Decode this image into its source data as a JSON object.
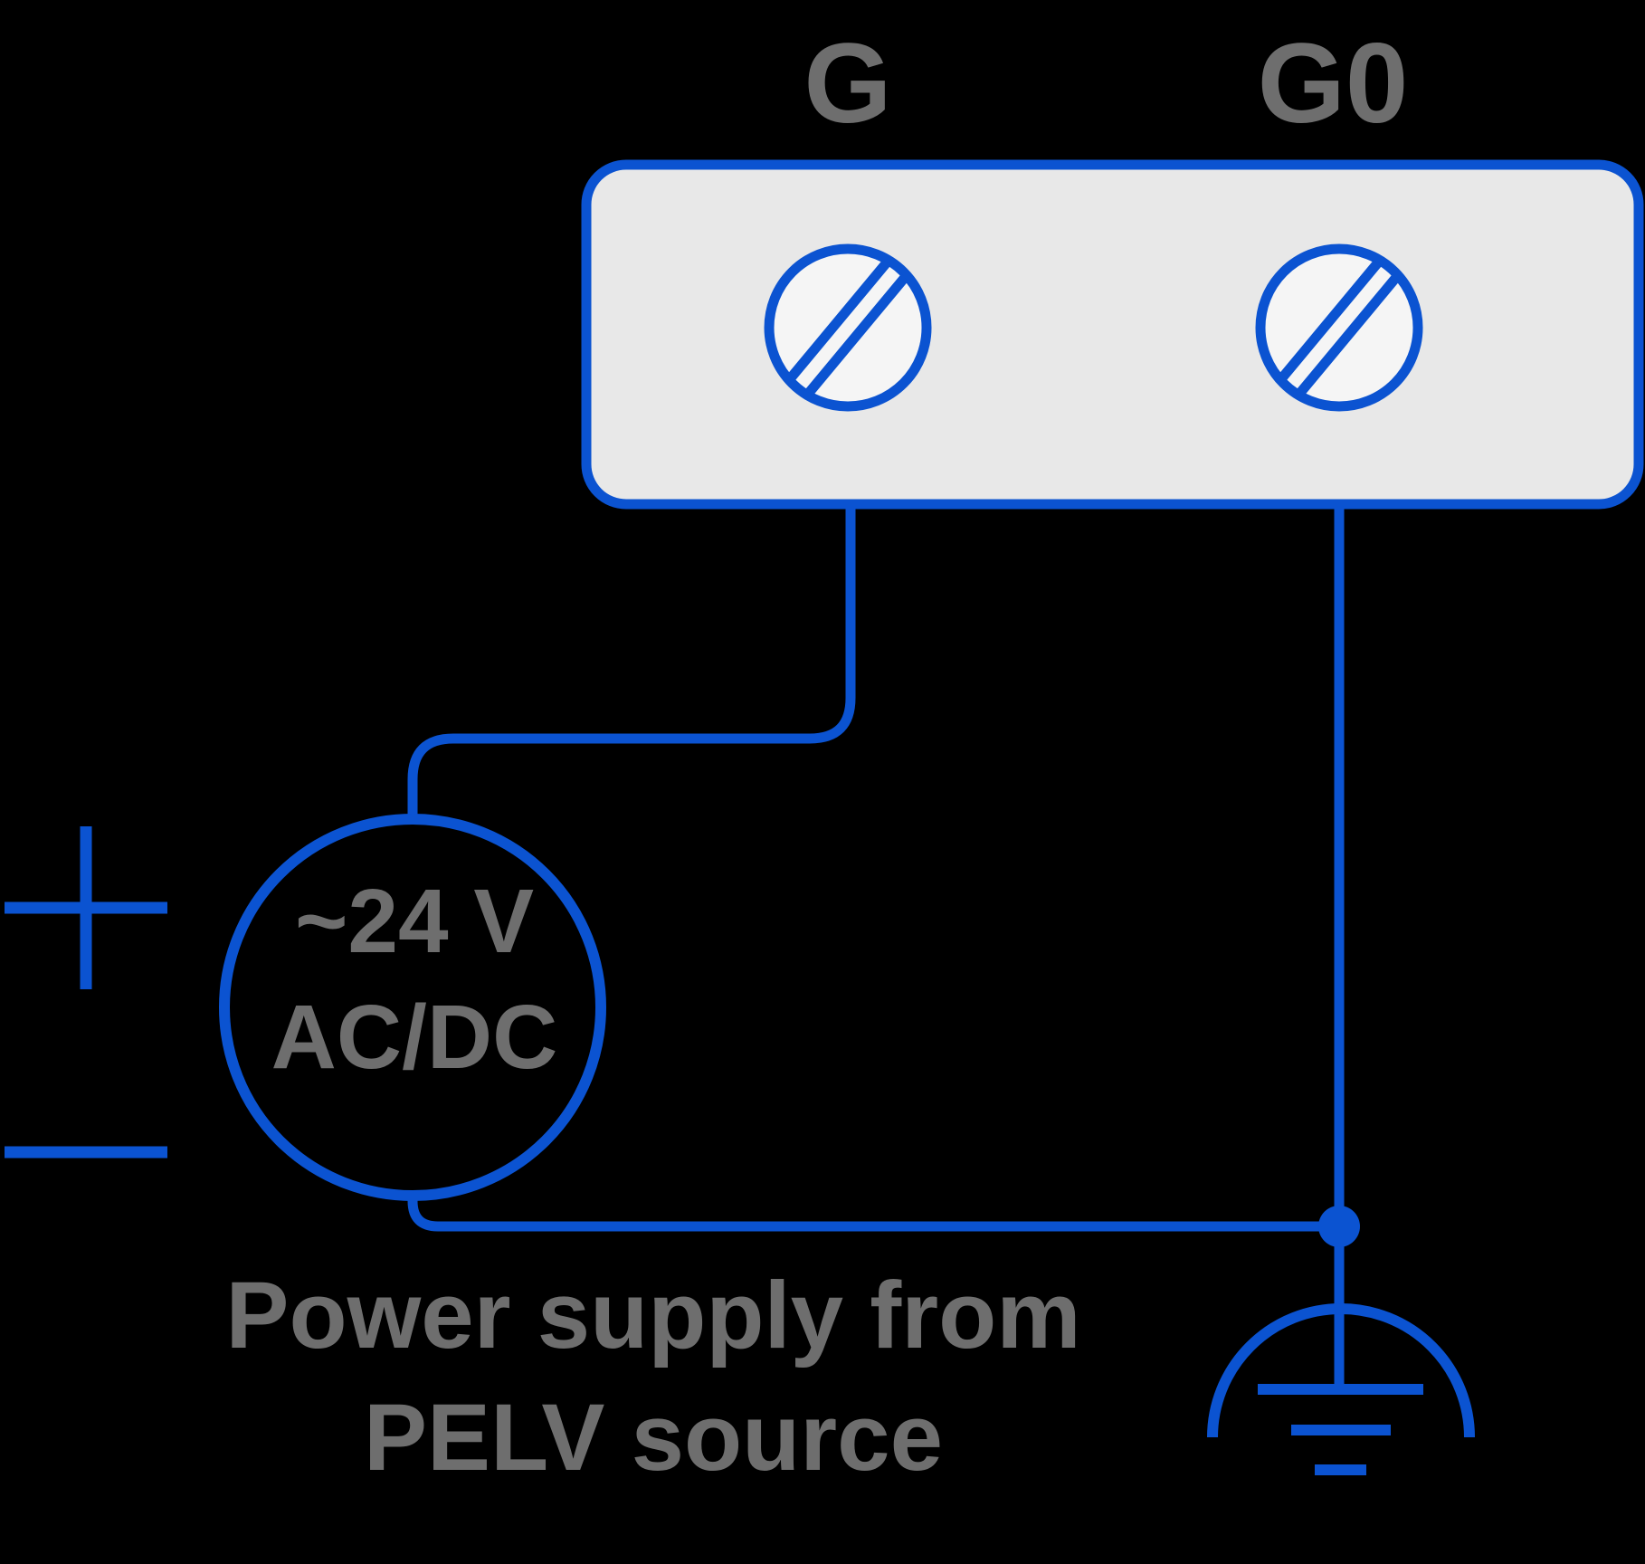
{
  "labels": {
    "g": "G",
    "g0": "G0"
  },
  "source": {
    "line1": "~24 V",
    "line2": "AC/DC"
  },
  "caption": {
    "line1": "Power supply from",
    "line2": "PELV source"
  },
  "colors": {
    "blue": "#0B53D1",
    "gray": "#6E6E6E",
    "block_fill": "#E8E8E8",
    "terminal_fill": "#F5F5F5",
    "background": "#000000"
  }
}
